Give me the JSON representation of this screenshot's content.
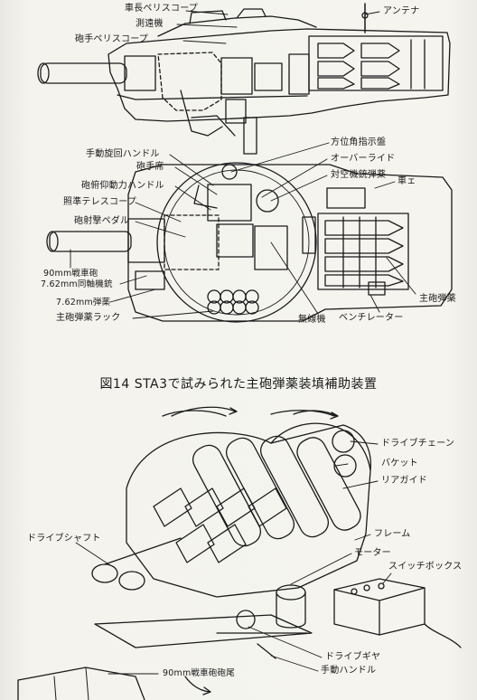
{
  "diagram_top": {
    "labels": {
      "commander_periscope": "車長ペリスコープ",
      "antenna": "アンテナ",
      "rangefinder": "測遠機",
      "gunner_periscope": "砲手ペリスコープ",
      "azimuth_indicator": "方位角指示盤",
      "manual_traverse_handle": "手動旋回ハンドル",
      "override": "オーバーライド",
      "gunner_seat": "砲手席",
      "aa_mg_ammo": "対空機銃弾薬",
      "car": "車ェ",
      "gun_elevation_handle": "砲俯仰動力ハンドル",
      "telescope_sight": "照準テレスコープ",
      "firing_pedal": "砲射撃ペダル",
      "main_gun_90mm": "90mm戦車砲",
      "coax_mg": "7.62mm同軸機銃",
      "mg_ammo": "7.62mm弾薬",
      "main_ammo_rack": "主砲弾薬ラック",
      "radio": "無線機",
      "ventilator": "ベンチレーター",
      "main_ammo": "主砲弾薬"
    }
  },
  "caption": "図14 STA3で試みられた主砲弾薬装填補助装置",
  "diagram_bottom": {
    "labels": {
      "drive_chain": "ドライブチェーン",
      "bucket": "バケット",
      "rear_guide": "リアガイド",
      "drive_shaft": "ドライブシャフト",
      "frame": "フレーム",
      "motor": "モーター",
      "switch_box": "スイッチボックス",
      "drive_gear": "ドライブギヤ",
      "manual_handle": "手動ハンドル",
      "breech_90mm": "90mm戦車砲砲尾"
    }
  }
}
